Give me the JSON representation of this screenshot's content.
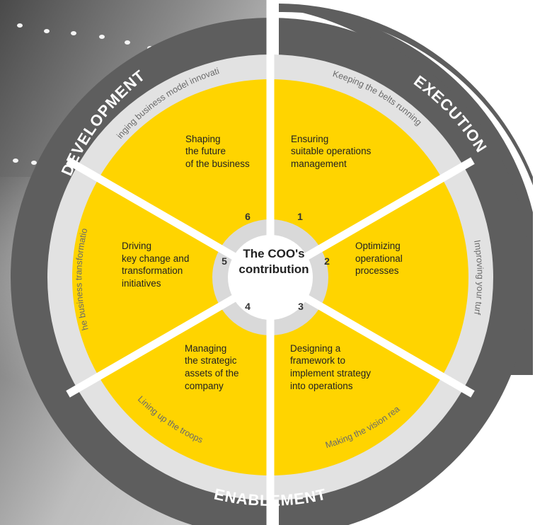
{
  "center": {
    "line1": "The COO's",
    "line2": "contribution"
  },
  "segments": [
    {
      "number": "1",
      "lines": [
        "Ensuring",
        "suitable operations",
        "management"
      ],
      "ring": "Keeping the belts running"
    },
    {
      "number": "2",
      "lines": [
        "Optimizing",
        "operational",
        "processes"
      ],
      "ring": "Improving your turf"
    },
    {
      "number": "3",
      "lines": [
        "Designing a",
        "framework to",
        "implement strategy",
        "into operations"
      ],
      "ring": "Making the vision real"
    },
    {
      "number": "4",
      "lines": [
        "Managing",
        "the strategic",
        "assets of the",
        "company"
      ],
      "ring": "Lining up the troops"
    },
    {
      "number": "5",
      "lines": [
        "Driving",
        "key change and",
        "transformation",
        "initiatives"
      ],
      "ring": "Being the business transformation owner"
    },
    {
      "number": "6",
      "lines": [
        "Shaping",
        "the future",
        "of the business"
      ],
      "ring": "Bringing business model innovation"
    }
  ],
  "arcs": {
    "execution": "EXECUTION",
    "enablement": "ENABLEMENT",
    "development": "DEVELOPMENT"
  },
  "colors": {
    "yellow": "#FFD400",
    "ring_grey": "#E2E2E2",
    "dark_arc": "#5E5E5E",
    "center_grey": "#D9D9D9"
  }
}
